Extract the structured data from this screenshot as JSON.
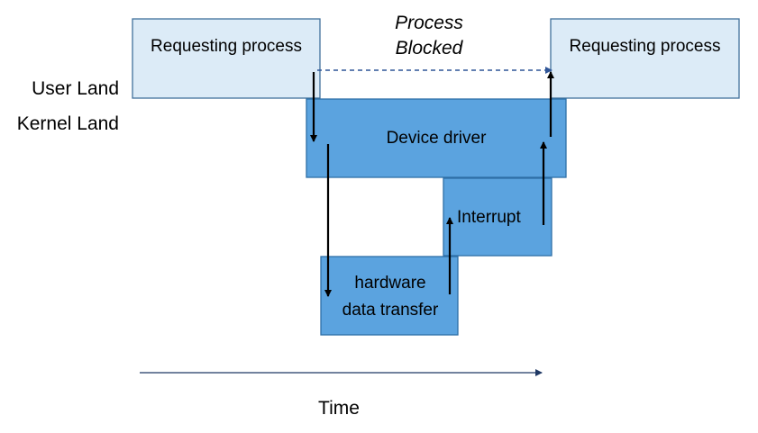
{
  "colors": {
    "user_box_fill": "#DCEBF7",
    "user_box_stroke": "#41719C",
    "kernel_box_fill": "#5BA3DF",
    "kernel_box_stroke": "#2E6FA7",
    "arrow": "#000000",
    "dashed_arrow": "#2F5597",
    "time_arrow": "#1F3864"
  },
  "user_process_start": {
    "label": "Requesting process"
  },
  "user_process_end": {
    "label": "Requesting process"
  },
  "process_blocked": {
    "line1": "Process",
    "line2": "Blocked"
  },
  "user_land_label": "User Land",
  "kernel_land_label": "Kernel Land",
  "device_driver": {
    "label": "Device driver"
  },
  "interrupt": {
    "label": "Interrupt"
  },
  "hardware": {
    "line1": "hardware",
    "line2": "data transfer"
  },
  "time_label": "Time"
}
